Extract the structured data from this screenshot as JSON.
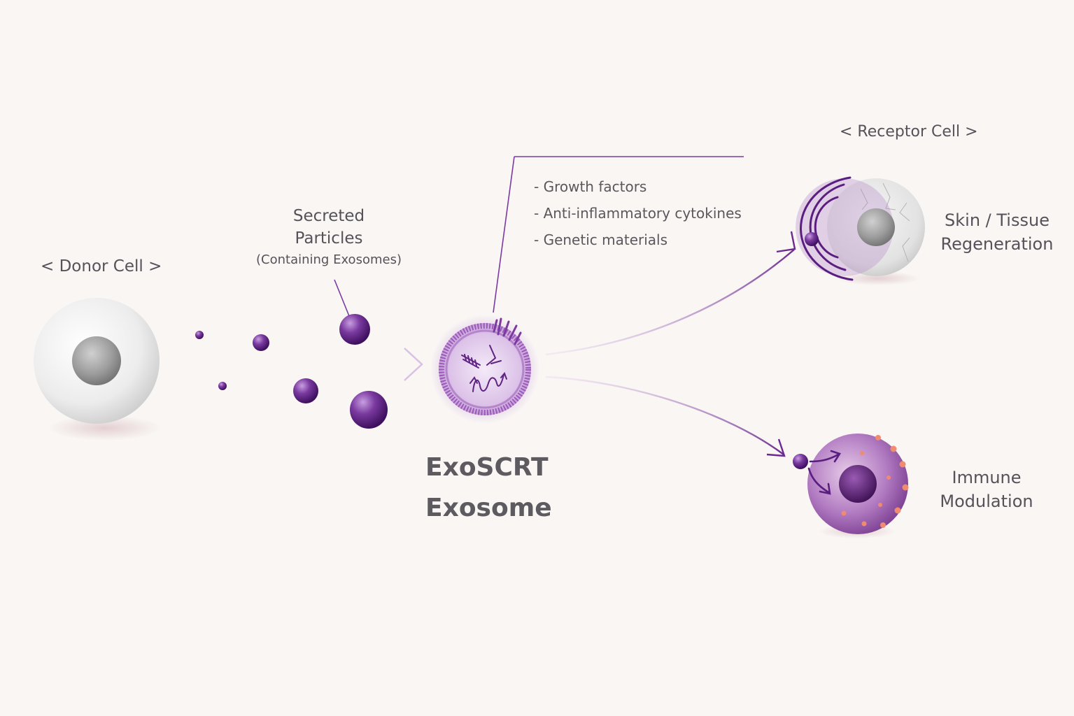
{
  "labels": {
    "donor_cell": "< Donor Cell >",
    "secreted_line1": "Secreted",
    "secreted_line2": "Particles",
    "secreted_sub": "(Containing Exosomes)",
    "exosome_line1": "ExoSCRT",
    "exosome_line2": "Exosome",
    "receptor_cell": "< Receptor Cell >",
    "skin_line1": "Skin / Tissue",
    "skin_line2": "Regeneration",
    "immune_line1": "Immune",
    "immune_line2": "Modulation"
  },
  "contents": [
    "- Growth factors",
    "- Anti-inflammatory cytokines",
    "- Genetic materials"
  ],
  "colors": {
    "background": "#f9f6f4",
    "purple": "#6b2a8e",
    "light_purple": "#c9a6d8",
    "text": "#55525a",
    "accent_dot": "#f08a70"
  }
}
